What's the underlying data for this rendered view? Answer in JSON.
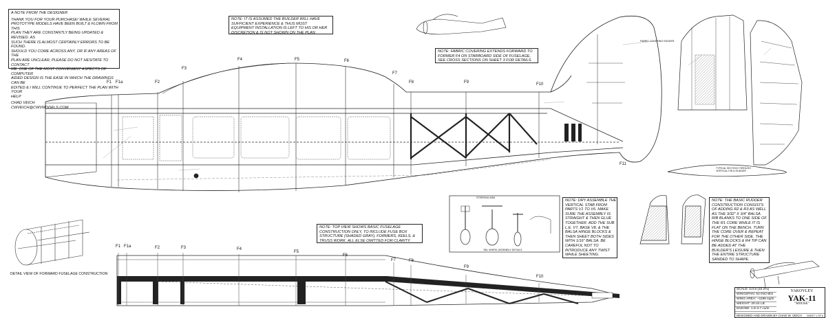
{
  "designer_note": {
    "title": "A NOTE FROM THE DESIGNER",
    "lines": [
      "THANK YOU FOR YOUR PURCHASE! WHILE SEVERAL",
      "PROTOTYPE MODELS HAVE BEEN BUILT & FLOWN FROM THIS",
      "PLAN THEY ARE CONSTANTLY BEING UPDATED & REVISED. AS",
      "SUCH THERE IS ALMOST CERTAINLY ERRORS TO BE FOUND.",
      "SHOULD YOU COME ACROSS ANY, OR IF ANY AREAS OF THE",
      "PLAN ARE UNCLEAR, PLEASE DO NOT HESITATE TO CONTACT",
      "ME. ONE OF THE MOST CONVENIENT ASPECTS OF COMPUTER",
      "AIDED DESIGN IS THE EASE IN WHICH THE DRAWINGS CAN BE",
      "EDITED & I WILL CONTINUE TO PERFECT THE PLAN WITH YOUR",
      "HELP"
    ],
    "signature": "CHAD VEICH",
    "email": "CWVEICH@CWVMODELS.COM"
  },
  "note_equipment": {
    "lines": [
      "NOTE: IT IS ASSUMED THE BUILDER WILL HAVE",
      "SUFFICIENT EXPERIENCE & THUS MOST",
      "EQUIPMENT INSTALLATION IS LEFT TO HIS OR HER",
      "DISCRETION & IS NOT SHOWN ON THE PLAN"
    ]
  },
  "note_fabric": {
    "lines": [
      "NOTE: FABRIC COVERING EXTENDS FORWARD TO",
      "FORMER F4 ON STARBOARD SIDE OF FUSELAGE,",
      "SEE CROSS SECTIONS ON SHEET 3 FOR DETAILS."
    ]
  },
  "note_topview": {
    "lines": [
      "NOTE: TOP VIEW SHOWS BASIC FUSELAGE",
      "CONSTRUCTION ONLY, TO INCLUDE FUSE BOX",
      "STRUCTURE (SHADED GRAY), FORMERS, KEELS, &",
      "TRUSS WORK. ALL ELSE OMITTED FOR CLARITY."
    ]
  },
  "note_dry": {
    "lines": [
      "NOTE: DRY ASSEMBLE THE",
      "VERTICAL STAB FROM",
      "PARTS V1 TO V6. MAKE",
      "SURE THE ASSEMBLY IS",
      "STRAIGHT & THEN GLUE",
      "TOGETHER. ADD THE SUB",
      "L.E. V7, BASE V8, & THE",
      "BALSA HINGE BLOCKS &",
      "THEN SHEET BOTH SIDES",
      "WITH 1/16\" BALSA. BE",
      "CAREFUL NOT TO",
      "INTRODUCE ANY TWIST",
      "WHILE SHEETING."
    ]
  },
  "note_rudder": {
    "lines": [
      "NOTE: THE BASIC RUDDER",
      "CONSTRUCTION CONSISTS",
      "OF ADDING R2 & R3 AS WELL",
      "AS THE 3/32\" X 3/4\" BALSA",
      "RIB BLANKS TO ONE SIDE OF",
      "THE R1 CORE WHILE IT IS",
      "FLAT ON THE BENCH. TURN",
      "THE CORE OVER & REPEAT",
      "FOR THE OTHER SIDE. THE",
      "HINGE BLOCKS & R4 TIP CAN",
      "BE ADDED AT THE",
      "BUILDER'S LEISURE & THEN",
      "THE ENTIRE STRUCTURE",
      "SANDED TO SHAPE."
    ]
  },
  "former_labels_side": [
    "F1",
    "F1a",
    "F2",
    "F3",
    "F4",
    "F5",
    "F6",
    "F7",
    "F8",
    "F9",
    "F10"
  ],
  "former_labels_top": [
    "F1",
    "F1a",
    "F2",
    "F3",
    "F4",
    "F5",
    "F6",
    "F7",
    "F8",
    "F9",
    "F10"
  ],
  "former_f11": "F11",
  "captions": {
    "forward_detail": "DETAIL VIEW OF FORWARD FUSELAGE CONSTRUCTION",
    "tail_wheel": "TAIL WHEEL ASSEMBLY DETAILS",
    "steering_arm": "STEERING ARM",
    "fabric_rudder": "FABRIC COVERING RUDDER",
    "typical_section": "TYPICAL SECTION THROUGH VERTICAL FIN & RUDDER"
  },
  "title_block": {
    "scale": "SCALE: 1/4.5 (22.2%)",
    "wingspan": "WINGSPAN: 62 INCHES",
    "wing_area": "WING AREA: ~1196 sq/in",
    "weight": "WEIGHT: 20-24 LB",
    "engine": "ENGINE: 1.8-3.7 cu/in",
    "maker": "YAKOVLEV",
    "name": "YAK-11",
    "nickname": "\"MOOSE\"",
    "designer": "DESIGNED AND DRAWN BY CHAD W. VEICH",
    "sheet": "SHEET 1 OF 6"
  }
}
